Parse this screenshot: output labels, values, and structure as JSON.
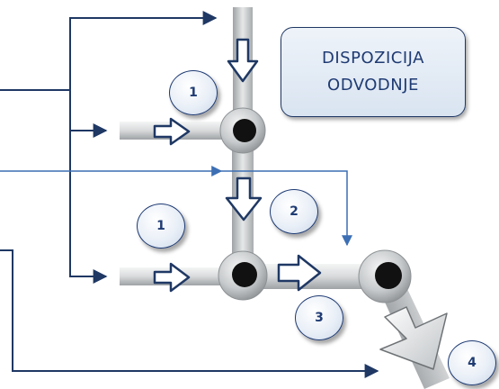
{
  "title": {
    "line1": "DISPOZICIJA",
    "line2": "ODVODNJE"
  },
  "badges": {
    "b1_top": "1",
    "b1_mid": "1",
    "b2": "2",
    "b3": "3",
    "b4": "4"
  },
  "colors": {
    "line": "#1f3864",
    "line_light": "#3c6fb4",
    "pipe_light": "#eceded",
    "pipe_dark": "#9fa3a6",
    "badge_text": "#1f3b73"
  }
}
